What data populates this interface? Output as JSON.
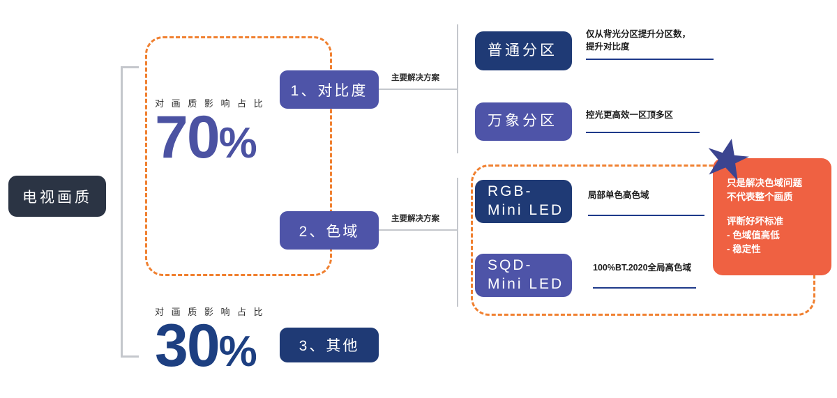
{
  "root": {
    "label": "电视画质"
  },
  "groups": {
    "left_dashed_label": "contrast-and-gamut-weight-group",
    "right_dashed_label": "gamut-solutions-group"
  },
  "impact": [
    {
      "caption": "对 画 质 影 响 占 比",
      "number": "70",
      "symbol": "%",
      "color": "#4b52a2"
    },
    {
      "caption": "对 画 质 影 响 占 比",
      "number": "30",
      "symbol": "%",
      "color": "#1d3f81"
    }
  ],
  "categories": [
    {
      "label": "1、对比度",
      "color": "#4e54a8"
    },
    {
      "label": "2、色域",
      "color": "#4e54a8"
    },
    {
      "label": "3、其他",
      "color": "#1f3a75"
    }
  ],
  "connector_labels": [
    "主要解决方案",
    "主要解决方案"
  ],
  "solutions": [
    {
      "line1": "普通分区",
      "line2": "",
      "color": "#1f3a75",
      "desc": "仅从背光分区提升分区数，\n提升对比度"
    },
    {
      "line1": "万象分区",
      "line2": "",
      "color": "#4e54a8",
      "desc": "控光更高效一区顶多区"
    },
    {
      "line1": "RGB-",
      "line2": "Mini LED",
      "color": "#1f3a75",
      "desc": "局部单色高色域"
    },
    {
      "line1": "SQD-",
      "line2": "Mini LED",
      "color": "#4e54a8",
      "desc": "100%BT.2020全局高色域"
    }
  ],
  "callout": {
    "color": "#ef6142",
    "line1": "只是解决色域问题",
    "line2": "不代表整个画质",
    "line3": "评断好坏标准",
    "line4": "- 色域值高低",
    "line5": "- 稳定性",
    "star_color": "#3b4490"
  }
}
